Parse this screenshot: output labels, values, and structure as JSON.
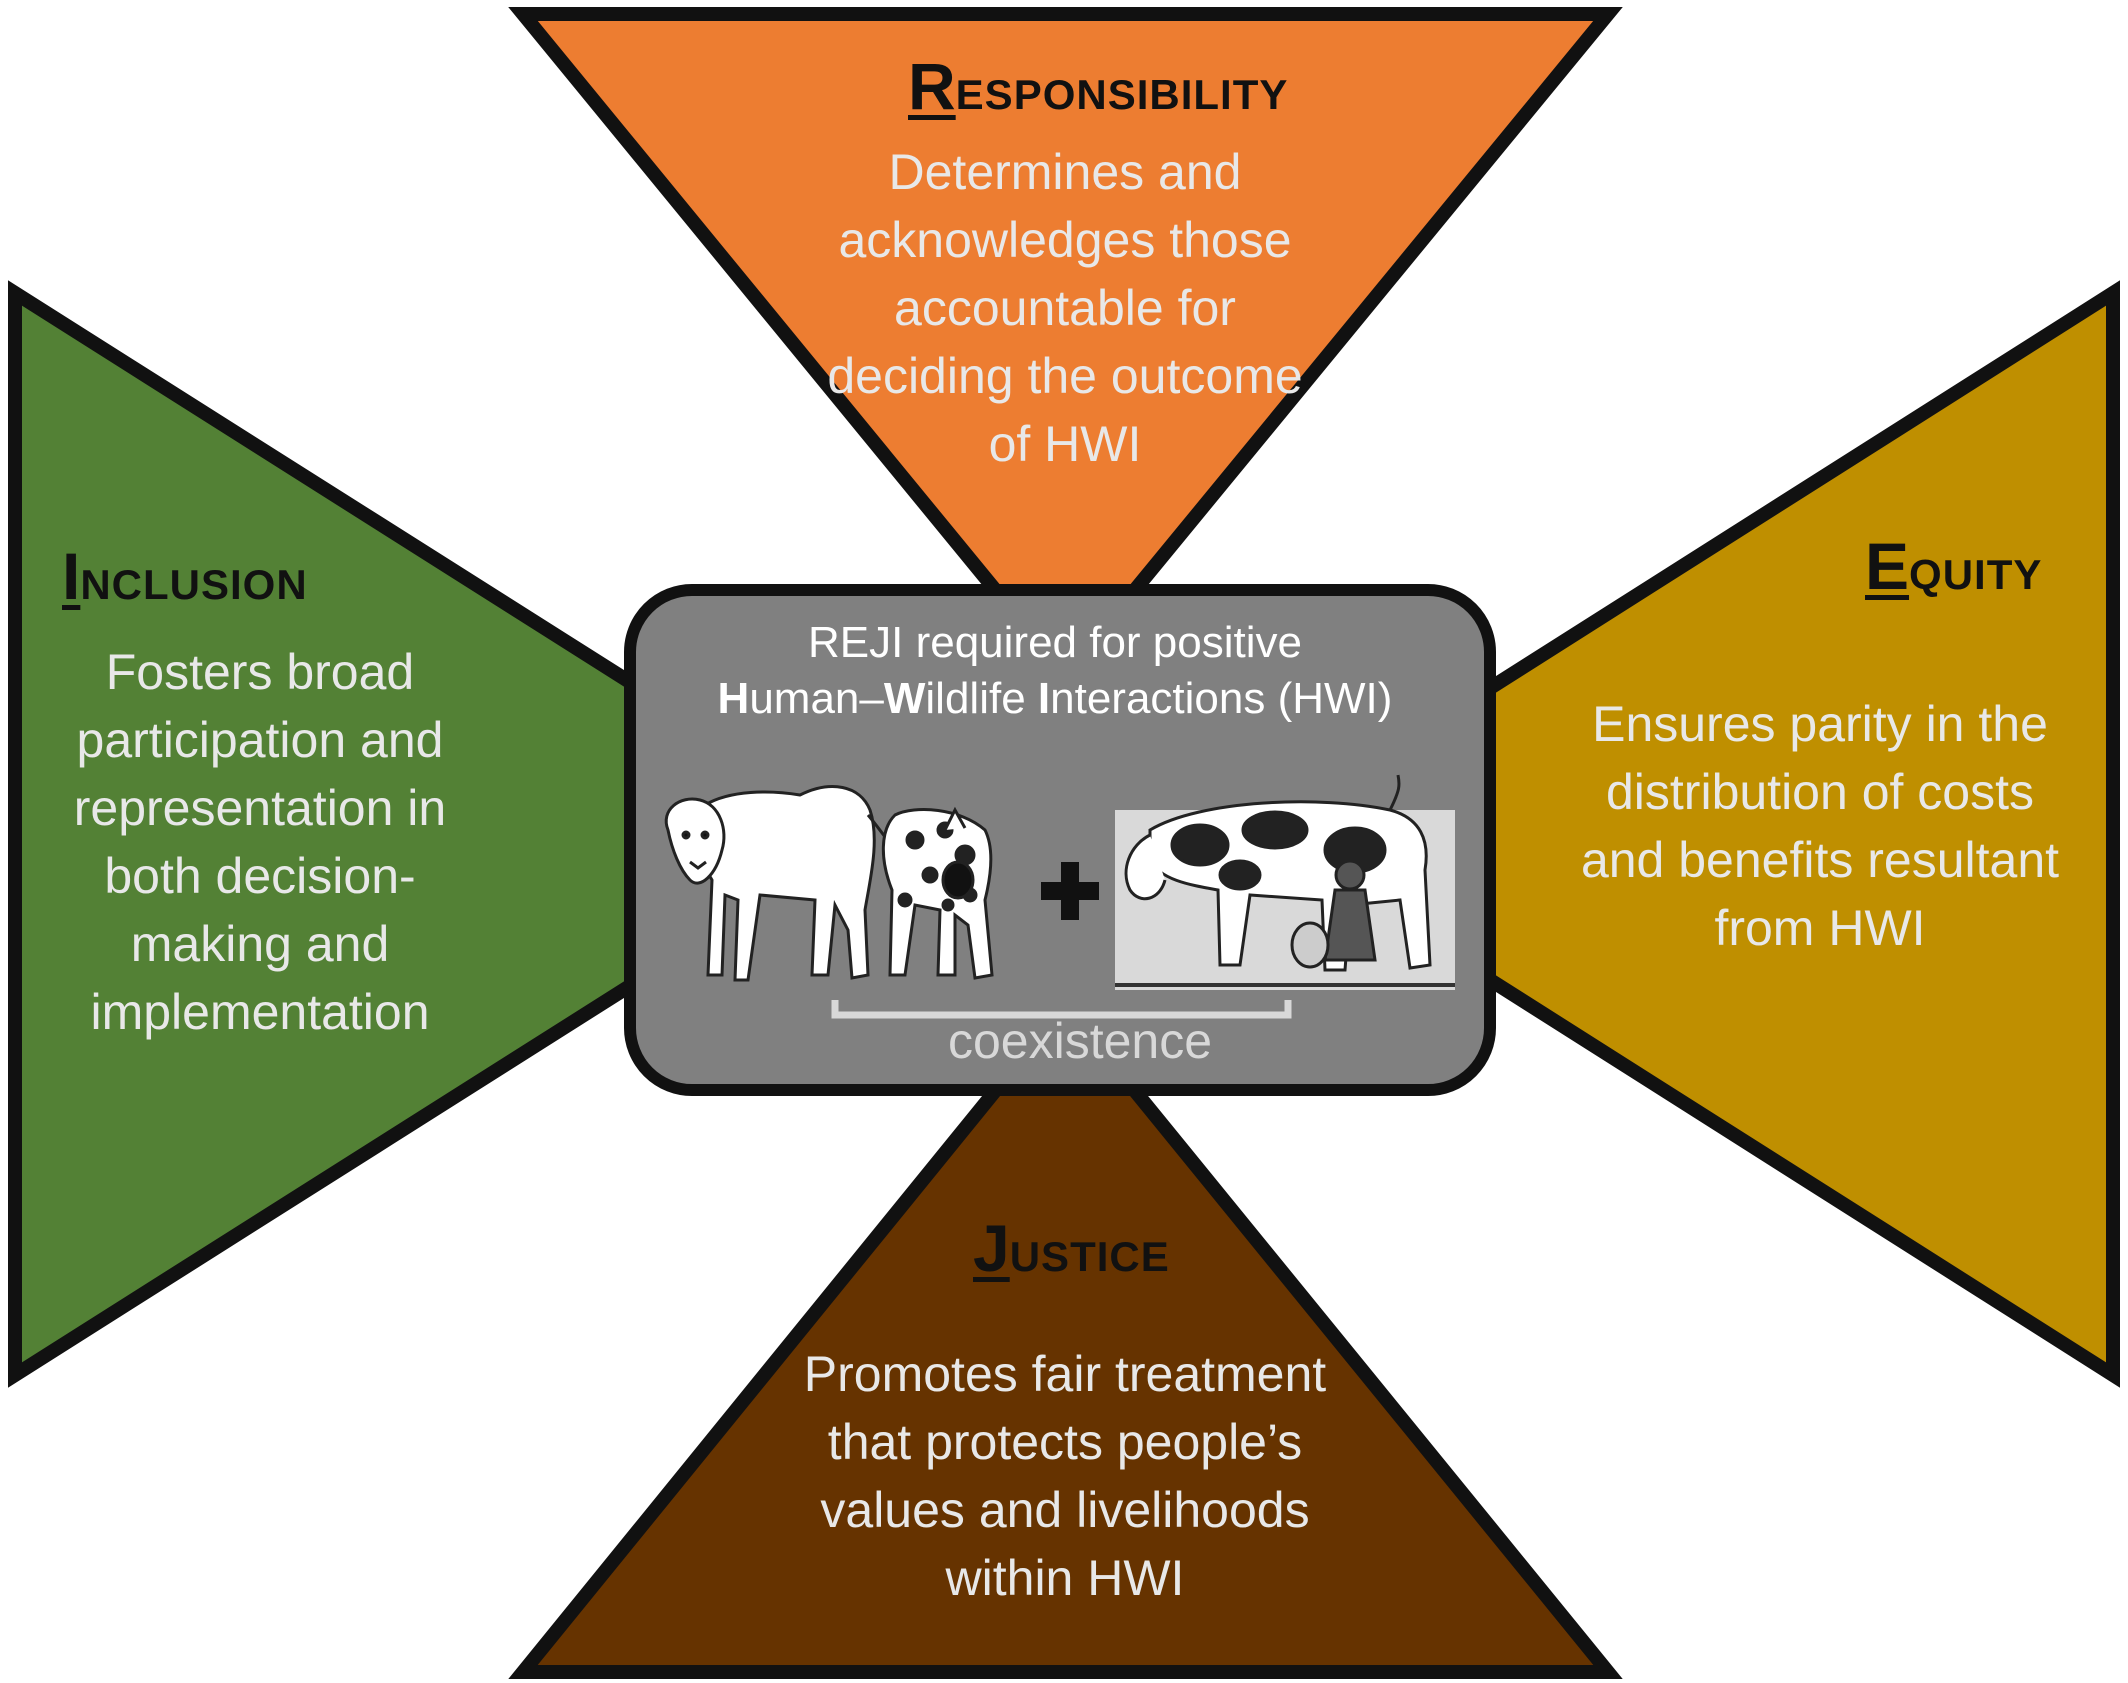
{
  "colors": {
    "responsibility": "#ed7d31",
    "inclusion": "#538135",
    "equity": "#bf8f00",
    "justice": "#663300",
    "center_box": "#808080",
    "outline": "#111111"
  },
  "responsibility": {
    "initial": "R",
    "rest": "ESPONSIBILITY",
    "lines": [
      "Determines and",
      "acknowledges those",
      "accountable for",
      "deciding the outcome",
      "of HWI"
    ]
  },
  "inclusion": {
    "initial": "I",
    "rest": "NCLUSION",
    "lines": [
      "Fosters broad",
      "participation and",
      "representation in",
      "both decision-",
      "making and",
      "implementation"
    ]
  },
  "equity": {
    "initial": "E",
    "rest": "QUITY",
    "lines": [
      "Ensures parity in the",
      "distribution of costs",
      "and benefits resultant",
      "from HWI"
    ]
  },
  "justice": {
    "initial": "J",
    "rest": "USTICE",
    "lines": [
      "Promotes fair treatment",
      "that protects people’s",
      "values and livelihoods",
      "within HWI"
    ]
  },
  "center": {
    "line1": "REJI required for positive",
    "h_initial": "H",
    "h_rest": "uman–",
    "w_initial": "W",
    "w_rest": "ildlife ",
    "i_initial": "I",
    "i_rest": "nteractions (HWI)",
    "images": [
      "lion-illustration",
      "hyena-illustration",
      "plus-icon",
      "cow-milking-illustration"
    ],
    "bracket_label": "coexistence"
  }
}
